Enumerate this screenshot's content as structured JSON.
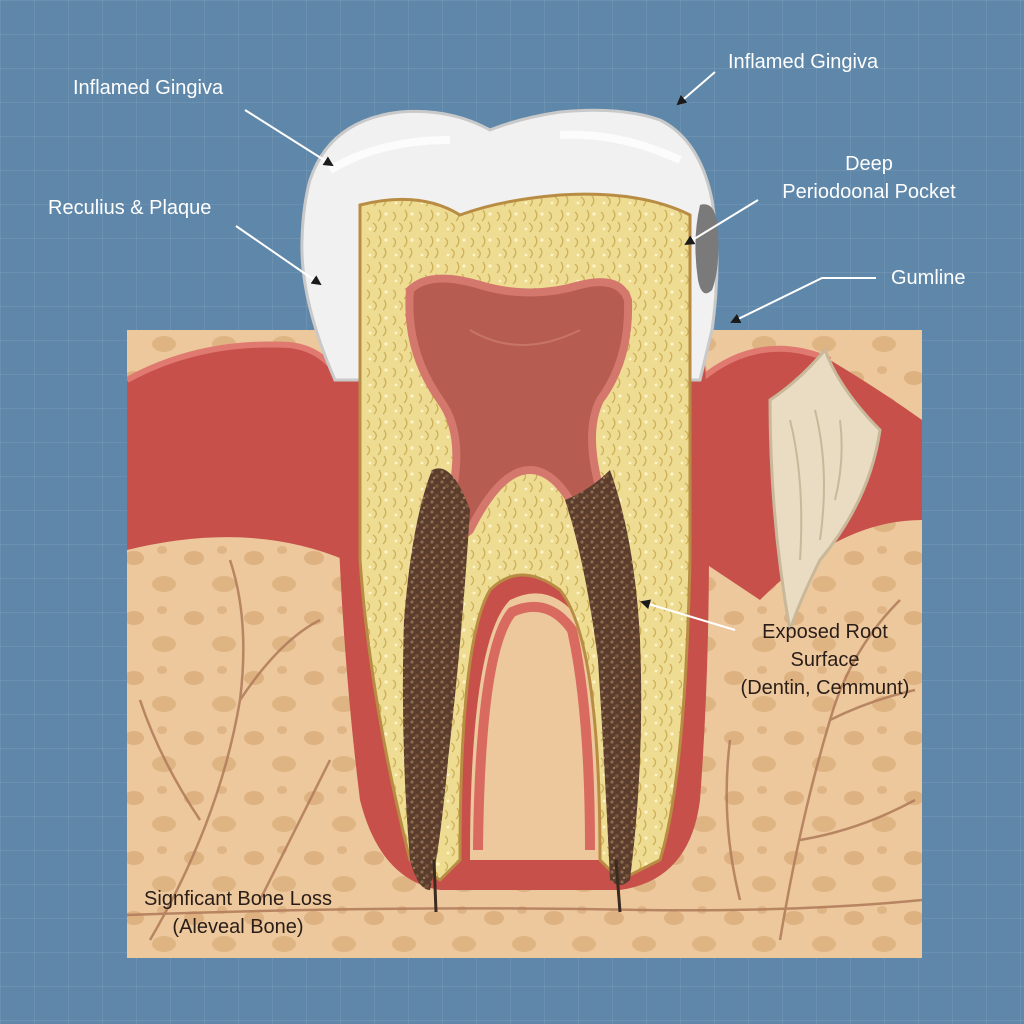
{
  "labels": {
    "inflamed_gingiva_left": "Inflamed Gingiva",
    "inflamed_gingiva_right": "Inflamed Gingiva",
    "calculus_plaque": "Reculius & Plaque",
    "deep_pocket_line1": "Deep",
    "deep_pocket_line2": "Periodoonal Pocket",
    "gumline": "Gumline",
    "exposed_root_line1": "Exposed Root",
    "exposed_root_line2": "Surface",
    "exposed_root_line3": "(Dentin, Cemmunt)",
    "bone_loss_line1": "Signficant Bone Loss",
    "bone_loss_line2": "(Aleveal Bone)"
  },
  "colors": {
    "background": "#5f87a9",
    "gum": "#c8504a",
    "bone": "#ecc89c",
    "enamel": "#f2f2f2",
    "dentin": "#ecd88a",
    "pulp": "#b35a4e",
    "calculus": "#6b4a35"
  }
}
